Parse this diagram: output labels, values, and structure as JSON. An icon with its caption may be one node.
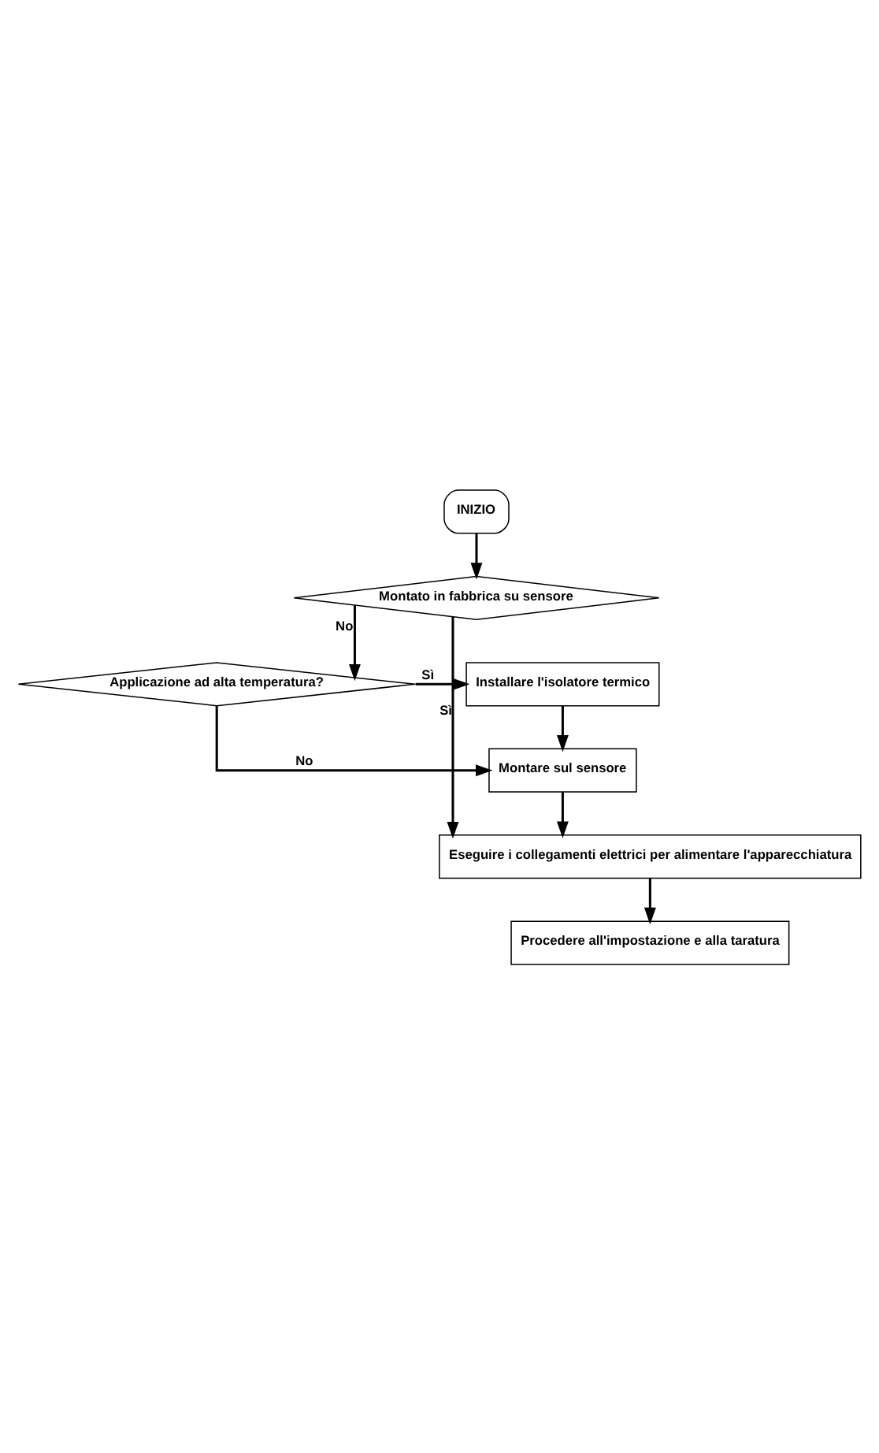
{
  "diagram": {
    "nodes": [
      {
        "text": [
          "INIZIO"
        ]
      },
      {
        "text": [
          "Montato in fabbrica su sensore"
        ]
      },
      {
        "text": [
          "Applicazione ad alta temperatura?"
        ]
      },
      {
        "text": [
          "Installare l'isolatore termico"
        ]
      },
      {
        "text": [
          "Montare sul sensore"
        ]
      },
      {
        "text": [
          "Eseguire i collegamenti elettrici per alimentare l'apparecchiatura"
        ]
      },
      {
        "text": [
          "Procedere all'impostazione e alla taratura"
        ]
      }
    ],
    "edges": [
      {
        "from": 0,
        "to": 1,
        "arrow": "to"
      },
      {
        "from": 1,
        "to": 5,
        "arrow": "to",
        "label": "Sì"
      },
      {
        "from": 1,
        "to": 2,
        "arrow": "to",
        "label": "No"
      },
      {
        "from": 2,
        "to": 3,
        "arrow": "to",
        "label": "Sì"
      },
      {
        "from": 2,
        "to": 4,
        "arrow": "to",
        "label": "No"
      },
      {
        "from": 3,
        "to": 4,
        "arrow": "to"
      },
      {
        "from": 4,
        "to": 5,
        "arrow": "to"
      },
      {
        "from": 5,
        "to": 6,
        "arrow": "to"
      }
    ]
  }
}
